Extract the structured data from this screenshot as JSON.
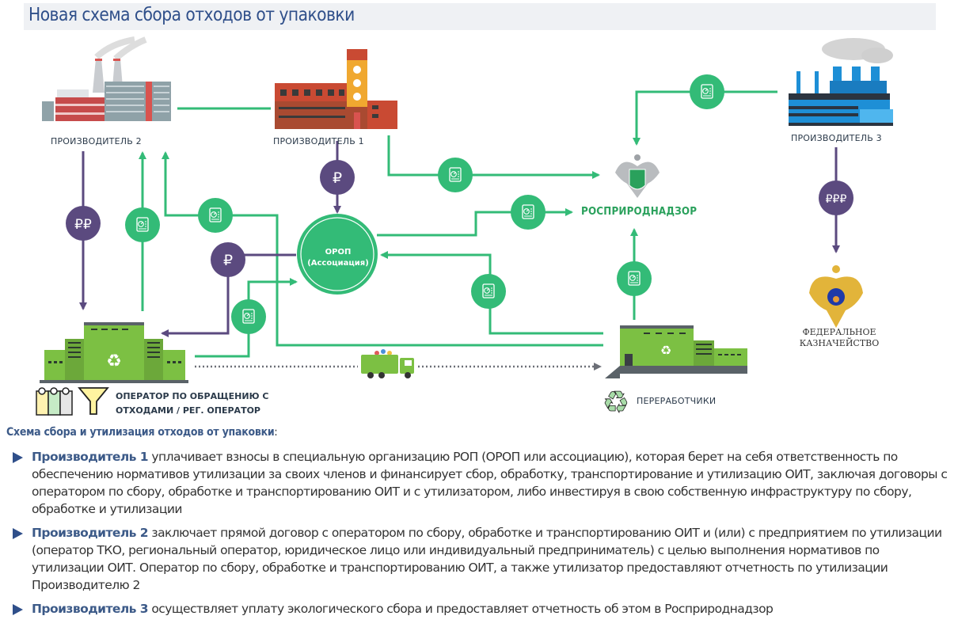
{
  "page": {
    "title": "Новая схема сбора отходов от упаковки"
  },
  "colors": {
    "green": "#33bb77",
    "purple": "#5b4a7f",
    "title_bg": "#eff1f4",
    "title_text": "#2f4f8a",
    "rpn_green": "#2aa15c"
  },
  "nodes": {
    "producer2": {
      "label": "ПРОИЗВОДИТЕЛЬ 2",
      "icon": "factory-grey-icon"
    },
    "producer1": {
      "label": "ПРОИЗВОДИТЕЛЬ 1",
      "icon": "factory-red-icon"
    },
    "producer3": {
      "label": "ПРОИЗВОДИТЕЛЬ 3",
      "icon": "factory-blue-icon"
    },
    "orop": {
      "line1": "ОРОП",
      "line2": "(Ассоциация)"
    },
    "rosprirodnadzor": {
      "label": "РОСПРИРОДНАДЗОР",
      "icon": "eagle-emblem-icon"
    },
    "treasury": {
      "line1": "ФЕДЕРАЛЬНОЕ",
      "line2": "КАЗНАЧЕЙСТВО",
      "icon": "eagle-gold-emblem-icon"
    },
    "operator": {
      "line1": "ОПЕРАТОР ПО ОБРАЩЕНИЮ С",
      "line2": "ОТХОДАМИ / РЕГ. ОПЕРАТОР",
      "icon": "recycling-plant-icon"
    },
    "processors": {
      "label": "ПЕРЕРАБОТЧИКИ",
      "icon": "recycle-symbol-icon"
    }
  },
  "badges": {
    "money_p1": "₽",
    "money_p2": "₽₽",
    "money_orop": "₽",
    "money_p3": "₽₽₽"
  },
  "notes": {
    "title": "Схема сбора и утилизация отходов от упаковки",
    "title_colon": ":",
    "items": [
      {
        "lead": "Производитель 1",
        "text": " уплачивает взносы в специальную организацию РОП (ОРОП или ассоциацию), которая берет на себя ответственность по обеспечению нормативов утилизации за своих членов и финансирует сбор, обработку, транспортирование и утилизацию ОИТ, заключая договоры с оператором по сбору, обработке и транспортированию ОИТ и с утилизатором, либо инвестируя в свою собственную инфраструктуру по сбору, обработке и утилизации"
      },
      {
        "lead": "Производитель 2",
        "text": " заключает прямой договор с оператором по сбору, обработке и транспортированию ОИТ и (или) с предприятием по утилизации (оператор ТКО, региональный оператор, юридическое лицо или индивидуальный предприниматель) с целью выполнения нормативов по утилизации ОИТ. Оператор по сбору, обработке и транспортированию ОИТ, а также утилизатор предоставляют отчетность по утилизации Производителю 2"
      },
      {
        "lead": "Производитель 3",
        "text": " осуществляет уплату экологического сбора и предоставляет отчетность об этом в Росприроднадзор"
      }
    ]
  }
}
